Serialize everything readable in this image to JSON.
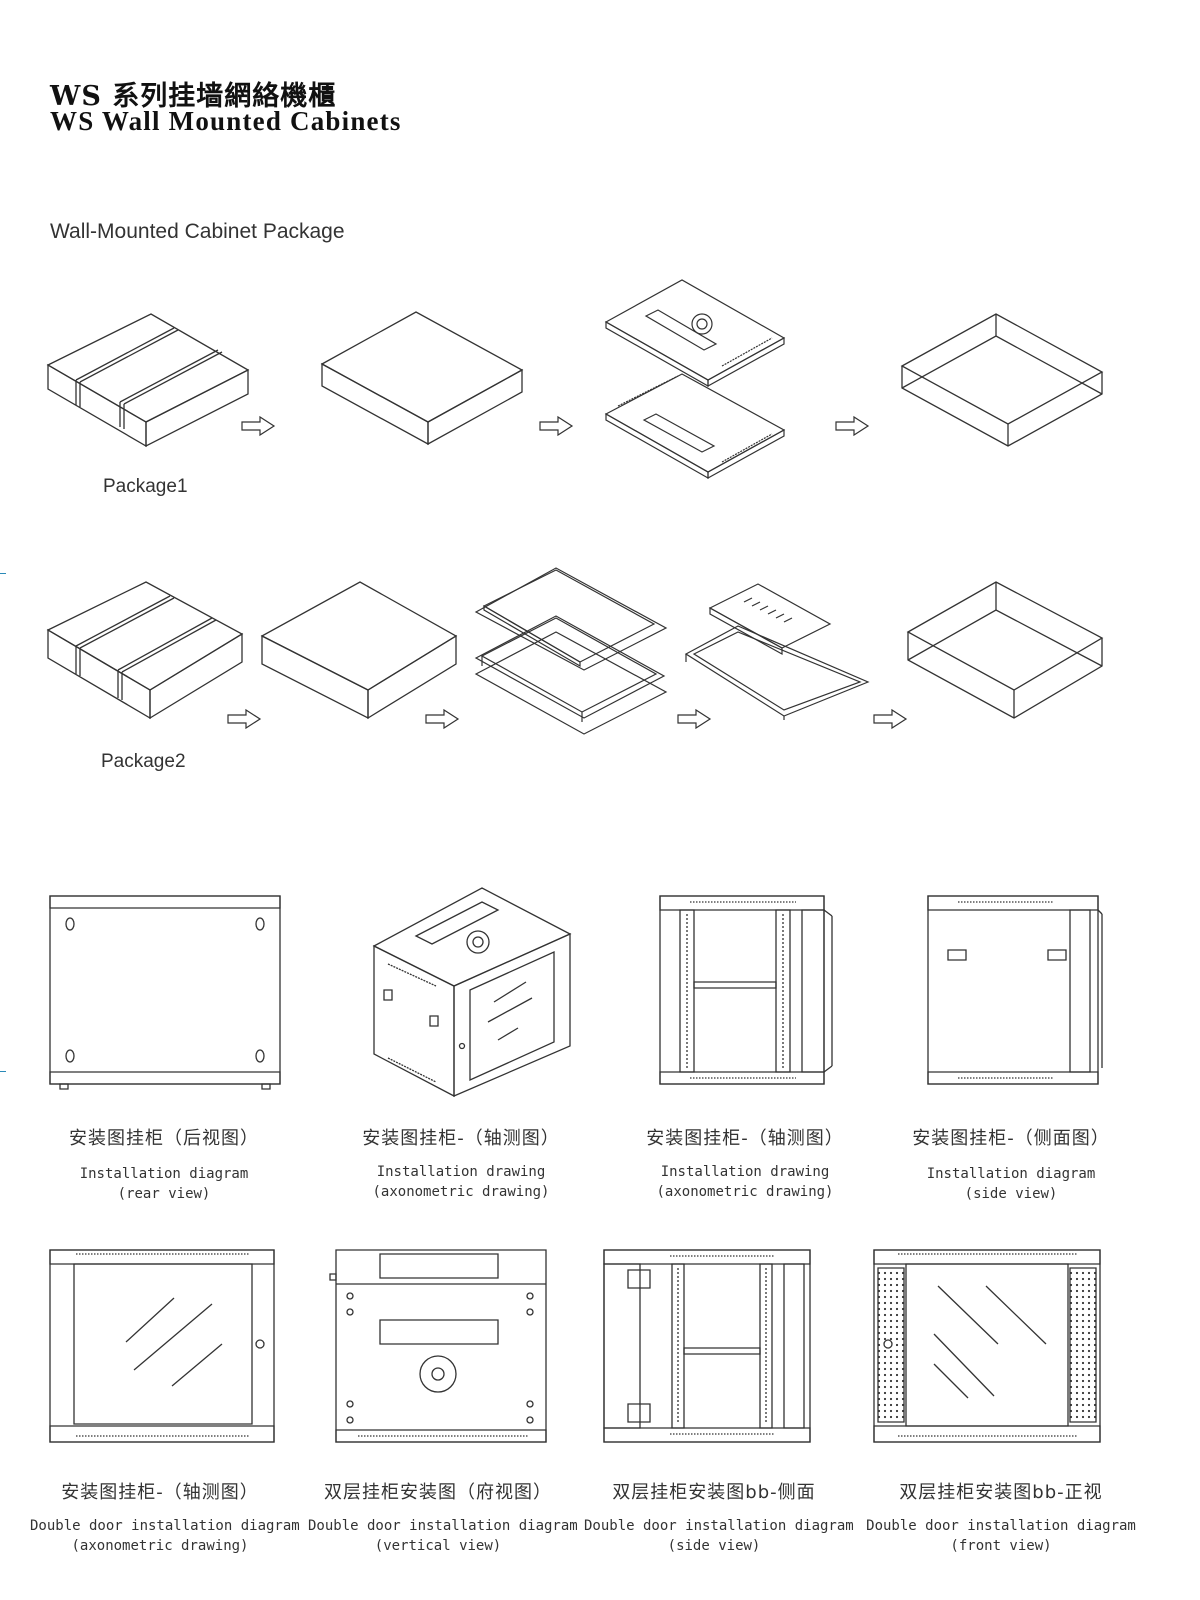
{
  "header": {
    "title_cn": "WS 系列挂墙網絡機櫃",
    "title_en": "WS Wall Mounted Cabinets"
  },
  "package_section": {
    "title": "Wall-Mounted Cabinet Package",
    "package1_label": "Package1",
    "package2_label": "Package2"
  },
  "diagrams": [
    {
      "cn": "安装图挂柜（后视图）",
      "en1": "Installation diagram",
      "en2": "(rear view)"
    },
    {
      "cn": "安装图挂柜-（轴测图）",
      "en1": "Installation drawing",
      "en2": "(axonometric drawing)"
    },
    {
      "cn": "安装图挂柜-（轴测图）",
      "en1": "Installation drawing",
      "en2": "(axonometric drawing)"
    },
    {
      "cn": "安装图挂柜-（侧面图）",
      "en1": "Installation diagram",
      "en2": "(side view)"
    },
    {
      "cn": "安装图挂柜-（轴测图）",
      "en1": "Double door installation diagram",
      "en2": "(axonometric drawing)"
    },
    {
      "cn": "双层挂柜安装图（府视图）",
      "en1": "Double door installation diagram",
      "en2": "(vertical view)"
    },
    {
      "cn": "双层挂柜安装图bb-侧面",
      "en1": "Double door installation diagram",
      "en2": "(side view)"
    },
    {
      "cn": "双层挂柜安装图bb-正视",
      "en1": "Double door installation diagram",
      "en2": "(front view)"
    }
  ],
  "icons": {
    "arrow": "hollow-right-arrow-icon",
    "fan": "fan-icon",
    "lock": "lock-icon"
  },
  "colors": {
    "line": "#333333",
    "text": "#222222"
  }
}
